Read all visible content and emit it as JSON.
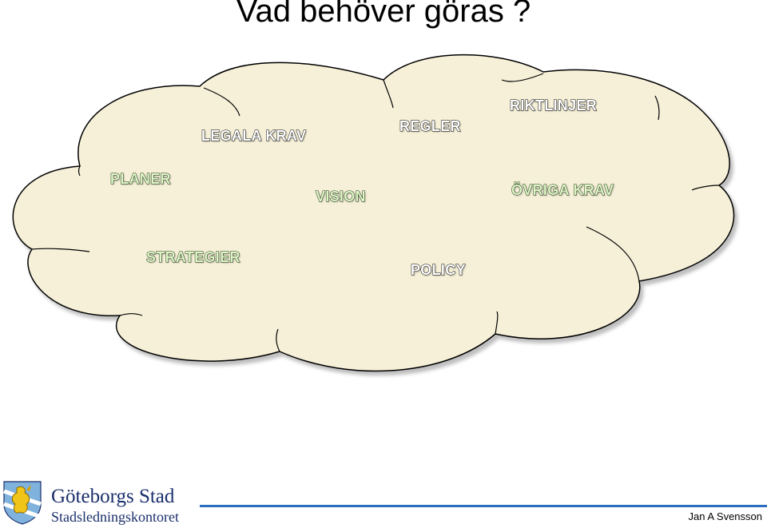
{
  "title": "Vad behöver göras ?",
  "cloud": {
    "fill": "#f6f0d8",
    "labels": {
      "legala_krav": "LEGALA KRAV",
      "regler": "REGLER",
      "riktlinjer": "RIKTLINJER",
      "planer": "PLANER",
      "vision": "VISION",
      "ovriga_krav": "ÖVRIGA KRAV",
      "strategier": "STRATEGIER",
      "policy": "POLICY"
    }
  },
  "footer": {
    "org_name": "Göteborgs Stad",
    "org_sub": "Stadsledningskontoret",
    "author": "Jan A Svensson",
    "line_color": "#2a6ebd"
  }
}
